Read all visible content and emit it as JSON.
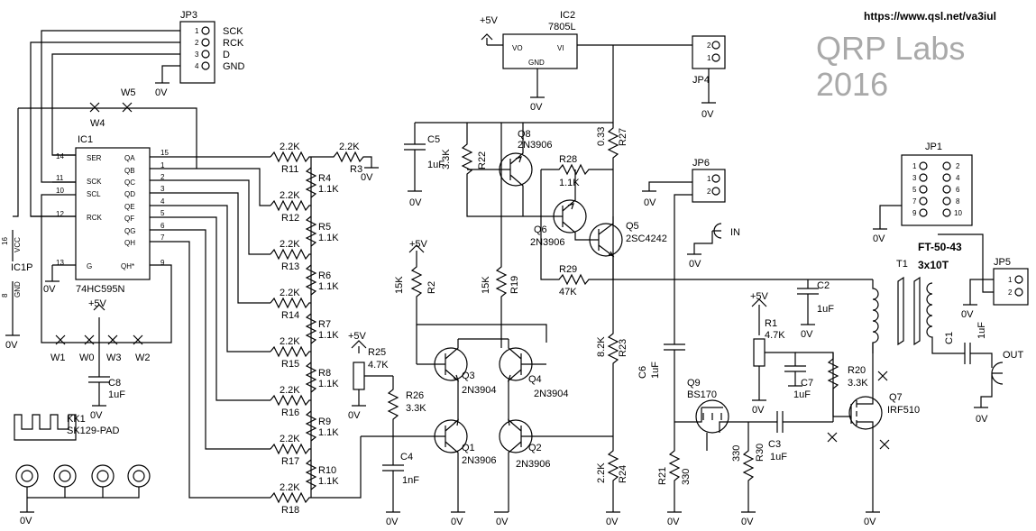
{
  "header": {
    "url": "https://www.qsl.net/va3iul",
    "brand_line1": "QRP Labs",
    "brand_line2": "2016",
    "core_line1": "FT-50-43",
    "core_line2": "3x10T"
  },
  "ic1": {
    "ref": "IC1",
    "part": "74HC595N",
    "power_ref": "IC1P",
    "pins_left": [
      "SER",
      "SCK",
      "SCL",
      "RCK",
      "G"
    ],
    "pins_right": [
      "QA",
      "QB",
      "QC",
      "QD",
      "QE",
      "QF",
      "QG",
      "QH",
      "QH*"
    ],
    "vcc": "VCC",
    "gnd": "GND"
  },
  "ic2": {
    "ref": "IC2",
    "part": "7805L",
    "vo": "VO",
    "vi": "VI",
    "gnd": "GND"
  },
  "connectors": {
    "jp3": {
      "ref": "JP3",
      "pins": [
        "SCK",
        "RCK",
        "D",
        "GND"
      ]
    },
    "jp4": "JP4",
    "jp6": "JP6",
    "jp1": "JP1",
    "jp5": "JP5",
    "in": "IN",
    "out": "OUT",
    "heatsink_ref": "KK1",
    "heatsink_part": "SK129-PAD"
  },
  "resistor_ladder": [
    {
      "ref": "R11",
      "value": "2.2K"
    },
    {
      "ref": "R12",
      "value": "2.2K"
    },
    {
      "ref": "R13",
      "value": "2.2K"
    },
    {
      "ref": "R14",
      "value": "2.2K"
    },
    {
      "ref": "R15",
      "value": "2.2K"
    },
    {
      "ref": "R16",
      "value": "2.2K"
    },
    {
      "ref": "R17",
      "value": "2.2K"
    },
    {
      "ref": "R18",
      "value": "2.2K"
    }
  ],
  "resistor_chain": [
    {
      "ref": "R4",
      "value": "1.1K"
    },
    {
      "ref": "R5",
      "value": "1.1K"
    },
    {
      "ref": "R6",
      "value": "1.1K"
    },
    {
      "ref": "R7",
      "value": "1.1K"
    },
    {
      "ref": "R8",
      "value": "1.1K"
    },
    {
      "ref": "R9",
      "value": "1.1K"
    },
    {
      "ref": "R10",
      "value": "1.1K"
    }
  ],
  "components": {
    "r3": {
      "ref": "R3",
      "value": "2.2K"
    },
    "r2": {
      "ref": "R2",
      "value": "15K"
    },
    "r19": {
      "ref": "R19",
      "value": "15K"
    },
    "r22": {
      "ref": "R22",
      "value": "3.3K"
    },
    "r25": {
      "ref": "R25",
      "value": "4.7K"
    },
    "r26": {
      "ref": "R26",
      "value": "3.3K"
    },
    "r27": {
      "ref": "R27",
      "value": "0.33"
    },
    "r28": {
      "ref": "R28",
      "value": "1.1K"
    },
    "r29": {
      "ref": "R29",
      "value": "47K"
    },
    "r23": {
      "ref": "R23",
      "value": "8.2K"
    },
    "r24": {
      "ref": "R24",
      "value": "2.2K"
    },
    "r21": {
      "ref": "R21",
      "value": "330"
    },
    "r30": {
      "ref": "R30",
      "value": "330"
    },
    "r1": {
      "ref": "R1",
      "value": "4.7K"
    },
    "r20": {
      "ref": "R20",
      "value": "3.3K"
    },
    "c1": {
      "ref": "C1",
      "value": "1uF"
    },
    "c2": {
      "ref": "C2",
      "value": "1uF"
    },
    "c3": {
      "ref": "C3",
      "value": "1uF"
    },
    "c4": {
      "ref": "C4",
      "value": "1nF"
    },
    "c5": {
      "ref": "C5",
      "value": "1uF"
    },
    "c6": {
      "ref": "C6",
      "value": "1uF"
    },
    "c7": {
      "ref": "C7",
      "value": "1uF"
    },
    "c8": {
      "ref": "C8",
      "value": "1uF"
    },
    "q1": {
      "ref": "Q1",
      "part": "2N3906"
    },
    "q2": {
      "ref": "Q2",
      "part": "2N3906"
    },
    "q3": {
      "ref": "Q3",
      "part": "2N3904"
    },
    "q4": {
      "ref": "Q4",
      "part": "2N3904"
    },
    "q5": {
      "ref": "Q5",
      "part": "2SC4242"
    },
    "q6": {
      "ref": "Q6",
      "part": "2N3906"
    },
    "q7": {
      "ref": "Q7",
      "part": "IRF510"
    },
    "q8": {
      "ref": "Q8",
      "part": "2N3906"
    },
    "q9": {
      "ref": "Q9",
      "part": "BS170"
    },
    "t1": {
      "ref": "T1"
    }
  },
  "wires": [
    "W1",
    "W0",
    "W3",
    "W2",
    "W4",
    "W5"
  ],
  "rails": {
    "ground": "0V",
    "supply": "+5V"
  }
}
